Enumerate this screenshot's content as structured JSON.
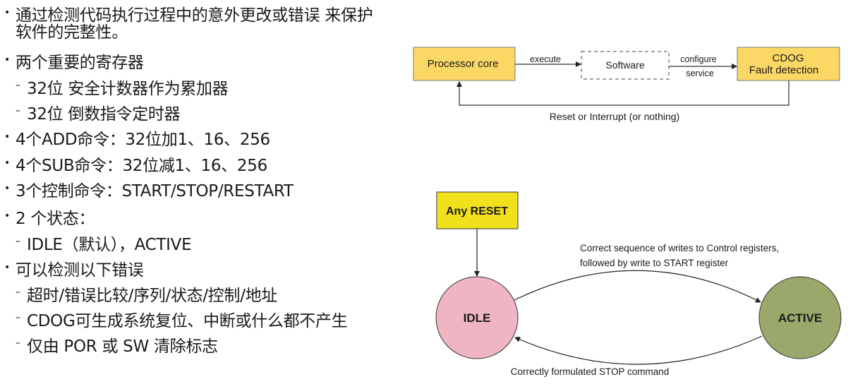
{
  "bullets": [
    {
      "marker": "•",
      "lines": [
        "通过检测代码执行过程中的意外更改或错误 来保护",
        "软件的完整性。"
      ]
    },
    {
      "marker": "•",
      "lines": [
        "两个重要的寄存器"
      ]
    },
    {
      "marker": "–",
      "lines": [
        "32位 安全计数器作为累加器"
      ]
    },
    {
      "marker": "–",
      "lines": [
        "32位 倒数指令定时器"
      ]
    },
    {
      "marker": "•",
      "lines": [
        "4个ADD命令：32位加1、16、256"
      ]
    },
    {
      "marker": "•",
      "lines": [
        "4个SUB命令：32位减1、16、256"
      ]
    },
    {
      "marker": "•",
      "lines": [
        "3个控制命令：START/STOP/RESTART"
      ]
    },
    {
      "marker": "•",
      "lines": [
        "2 个状态："
      ]
    },
    {
      "marker": "–",
      "lines": [
        "IDLE（默认），ACTIVE"
      ]
    },
    {
      "marker": "•",
      "lines": [
        "可以检测以下错误"
      ]
    },
    {
      "marker": "–",
      "lines": [
        "超时/错误比较/序列/状态/控制/地址"
      ]
    },
    {
      "marker": "–",
      "lines": [
        "CDOG可生成系统复位、中断或什么都不产生"
      ]
    },
    {
      "marker": "–",
      "lines": [
        "仅由 POR 或 SW 清除标志"
      ]
    }
  ],
  "flow": {
    "processor": "Processor core",
    "execute": "execute",
    "software": "Software",
    "configure": "configure",
    "service": "service",
    "cdog1": "CDOG",
    "cdog2": "Fault detection",
    "feedback": "Reset or Interrupt (or nothing)"
  },
  "state": {
    "reset": "Any RESET",
    "idle": "IDLE",
    "active": "ACTIVE",
    "to_active_1": "Correct sequence of writes to Control registers,",
    "to_active_2": "followed by write to START register",
    "to_idle": "Correctly formulated STOP command"
  },
  "colors": {
    "box_yellow": "#fbd866",
    "reset_yellow": "#f1e11c",
    "idle_pink": "#f0b5c2",
    "active_green": "#9aa96b"
  }
}
